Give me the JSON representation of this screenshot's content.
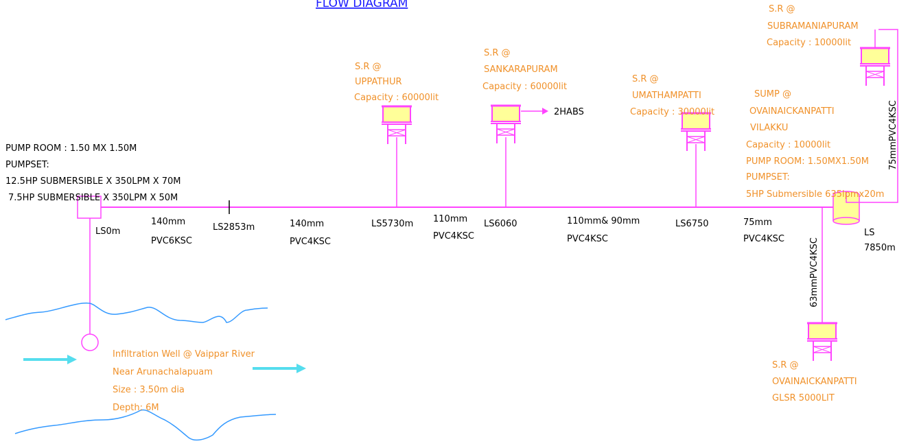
{
  "title": "FLOW DIAGRAM",
  "pump_room": {
    "size": "PUMP ROOM : 1.50 MX 1.50M",
    "pumpset_label": "PUMPSET:",
    "pump1": "12.5HP SUBMERSIBLE X 350LPM X 70M",
    "pump2": "7.5HP SUBMERSIBLE X 350LPM X 50M"
  },
  "chainages": {
    "ls0": "LS0m",
    "ls2853": "LS2853m",
    "ls5730": "LS5730m",
    "ls6060": "LS6060",
    "ls6750": "LS6750",
    "ls7850_a": "LS",
    "ls7850_b": "7850m"
  },
  "pipes": [
    {
      "size": "140mm",
      "type": "PVC6KSC"
    },
    {
      "size": "140mm",
      "type": "PVC4KSC"
    },
    {
      "size": "110mm",
      "type": "PVC4KSC"
    },
    {
      "size": "110mm& 90mm",
      "type": "PVC4KSC"
    },
    {
      "size": "75mm",
      "type": "PVC4KSC"
    }
  ],
  "vertical_pipes": {
    "to_subramaniapuram": "75mmPVC4KSC",
    "to_ovainaickanpatti_glsr": "63mmPVC4KSC"
  },
  "reservoirs": {
    "uppathur": {
      "line1": "S.R @",
      "line2": "UPPATHUR",
      "capacity": "Capacity : 60000lit"
    },
    "sankarapuram": {
      "line1": "S.R @",
      "line2": "SANKARAPURAM",
      "capacity": "Capacity : 60000lit",
      "branch": "2HABS"
    },
    "umathampatti": {
      "line1": "S.R @",
      "line2": "UMATHAMPATTI",
      "capacity": "Capacity : 30000lit"
    },
    "subramaniapuram": {
      "line1": "S.R @",
      "line2": "SUBRAMANIAPURAM",
      "capacity": "Capacity : 10000lit"
    },
    "ovainaickanpatti_glsr": {
      "line1": "S.R @",
      "line2": "OVAINAICKANPATTI",
      "capacity": "GLSR 5000LIT"
    }
  },
  "sump": {
    "line1": "SUMP @",
    "line2": "OVAINAICKANPATTI",
    "line3": "VILAKKU",
    "capacity": "Capacity : 10000lit",
    "pump_room": "PUMP ROOM: 1.50MX1.50M",
    "pumpset_label": "PUMPSET:",
    "pump": "5HP Submersible 635lpmx20m"
  },
  "well": {
    "line1": "Infiltration Well @ Vaippar River",
    "line2": "Near Arunachalapuam",
    "size": "Size : 3.50m dia",
    "depth": "Depth: 6M"
  },
  "colors": {
    "pipe": "#ff44ff",
    "tank_fill": "#ffff99",
    "label_orange": "#f0912a",
    "river": "#3399ff",
    "flow_arrow": "#55ddee",
    "title": "#1a1aff"
  }
}
